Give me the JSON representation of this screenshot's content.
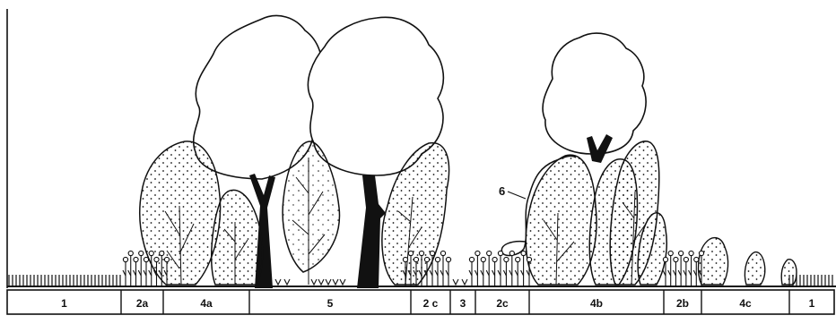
{
  "diagram": {
    "ink_color": "#111111",
    "background_color": "#ffffff",
    "zones": [
      {
        "id": "z1a",
        "label": "1"
      },
      {
        "id": "z2a",
        "label": "2a"
      },
      {
        "id": "z4a",
        "label": "4a"
      },
      {
        "id": "z5",
        "label": "5"
      },
      {
        "id": "z2c1",
        "label": "2 c"
      },
      {
        "id": "z3",
        "label": "3"
      },
      {
        "id": "z2c2",
        "label": "2c"
      },
      {
        "id": "z4b",
        "label": "4b"
      },
      {
        "id": "z2b",
        "label": "2b"
      },
      {
        "id": "z4c",
        "label": "4c"
      },
      {
        "id": "z1b",
        "label": "1"
      }
    ],
    "callout": {
      "label": "6"
    }
  }
}
